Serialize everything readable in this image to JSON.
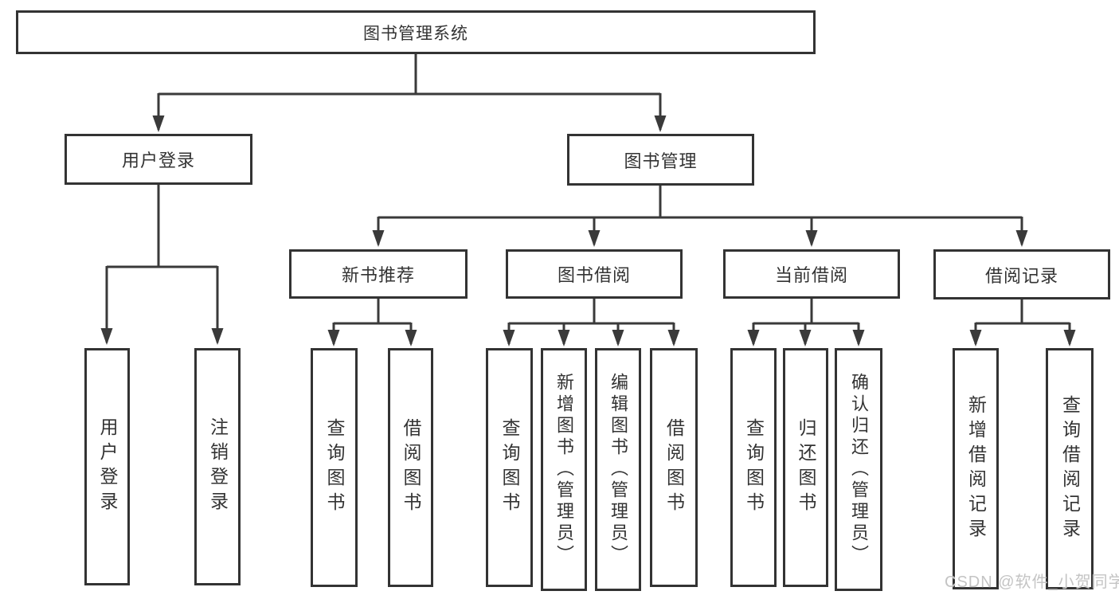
{
  "diagram": {
    "root": {
      "label": "图书管理系统"
    },
    "level2": [
      {
        "label": "用户登录"
      },
      {
        "label": "图书管理"
      }
    ],
    "level3": [
      {
        "label": "新书推荐"
      },
      {
        "label": "图书借阅"
      },
      {
        "label": "当前借阅"
      },
      {
        "label": "借阅记录"
      }
    ],
    "leaves": {
      "user": [
        "用户登录",
        "注销登录"
      ],
      "recommend": [
        "查询图书",
        "借阅图书"
      ],
      "borrow": [
        "查询图书",
        "新增图书（管理员）",
        "编辑图书（管理员）",
        "借阅图书"
      ],
      "current": [
        "查询图书",
        "归还图书",
        "确认归还（管理员）"
      ],
      "records": [
        "新增借阅记录",
        "查询借阅记录"
      ]
    },
    "watermark": "CSDN @软件_小贺同学",
    "colors": {
      "line": "#3a3a3a",
      "border": "#333333",
      "text": "#333333",
      "watermark": "#c4c4c4",
      "background": "#ffffff"
    }
  }
}
